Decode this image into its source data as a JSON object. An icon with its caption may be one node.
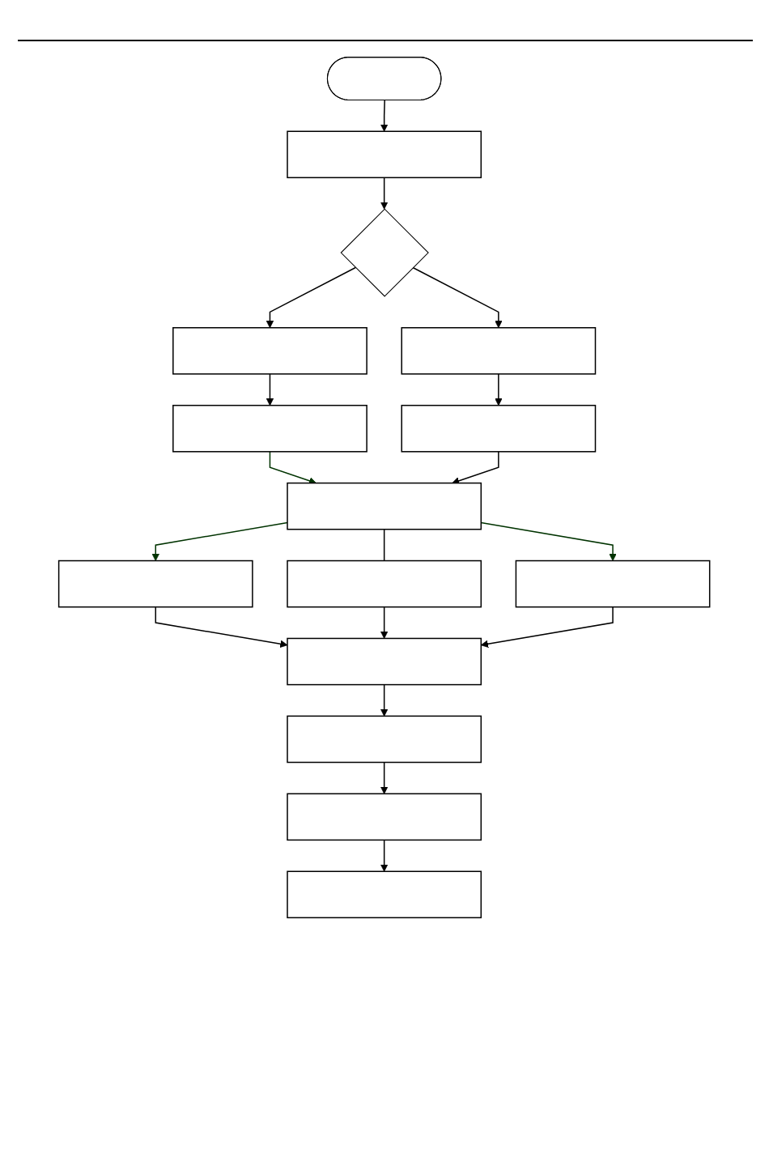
{
  "diagram": {
    "nodes": [
      {
        "text": [],
        "shape": "stadium"
      },
      {
        "text": [],
        "shape": "box"
      },
      {
        "text": [],
        "shape": "diamond"
      },
      {
        "text": [],
        "shape": "box"
      },
      {
        "text": [],
        "shape": "box"
      },
      {
        "text": [],
        "shape": "box"
      },
      {
        "text": [],
        "shape": "box"
      },
      {
        "text": [],
        "shape": "box"
      },
      {
        "text": [],
        "shape": "box"
      },
      {
        "text": [],
        "shape": "box"
      },
      {
        "text": [],
        "shape": "box"
      },
      {
        "text": [],
        "shape": "box"
      },
      {
        "text": [],
        "shape": "box"
      },
      {
        "text": [],
        "shape": "box"
      },
      {
        "text": [],
        "shape": "box"
      }
    ],
    "edges": [
      {
        "from": 0,
        "to": 1,
        "arrow": "to"
      },
      {
        "from": 1,
        "to": 2,
        "arrow": "to"
      },
      {
        "from": 2,
        "to": 3,
        "arrow": "to"
      },
      {
        "from": 2,
        "to": 4,
        "arrow": "to"
      },
      {
        "from": 3,
        "to": 5,
        "arrow": "to"
      },
      {
        "from": 4,
        "to": 6,
        "arrow": "to"
      },
      {
        "from": 5,
        "to": 7,
        "arrow": "to",
        "color": "#003300"
      },
      {
        "from": 6,
        "to": 7,
        "arrow": "to"
      },
      {
        "from": 7,
        "to": 8,
        "arrow": "to",
        "color": "#003300"
      },
      {
        "from": 7,
        "to": 9,
        "arrow": "none"
      },
      {
        "from": 7,
        "to": 10,
        "arrow": "to",
        "color": "#003300"
      },
      {
        "from": 8,
        "to": 11,
        "arrow": "to"
      },
      {
        "from": 9,
        "to": 11,
        "arrow": "to"
      },
      {
        "from": 10,
        "to": 11,
        "arrow": "to"
      },
      {
        "from": 11,
        "to": 12,
        "arrow": "to"
      },
      {
        "from": 12,
        "to": 13,
        "arrow": "to"
      },
      {
        "from": 13,
        "to": 14,
        "arrow": "to"
      }
    ]
  }
}
